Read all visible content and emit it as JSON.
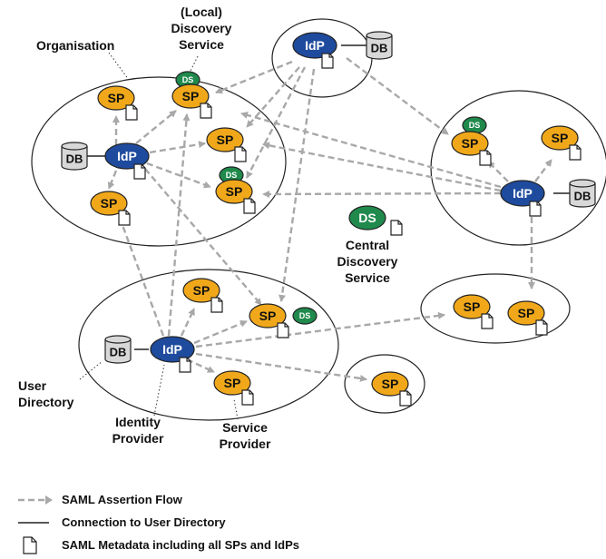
{
  "labels": {
    "organisation": "Organisation",
    "local_ds": [
      "(Local)",
      "Discovery",
      "Service"
    ],
    "central_ds": [
      "Central",
      "Discovery",
      "Service"
    ],
    "user_directory": [
      "User",
      "Directory"
    ],
    "identity_provider": [
      "Identity",
      "Provider"
    ],
    "service_provider": [
      "Service",
      "Provider"
    ]
  },
  "node_text": {
    "idp": "IdP",
    "sp": "SP",
    "ds": "DS",
    "db": "DB"
  },
  "legend": {
    "assertion_flow": "SAML Assertion Flow",
    "user_directory_connection": "Connection to  User Directory",
    "metadata": "SAML Metadata including all SPs and IdPs"
  },
  "colors": {
    "idp": "#1f4b9e",
    "sp": "#f0a81a",
    "ds": "#1f8a4c",
    "db": "#d8d8d8",
    "arrow": "#a8a8a8",
    "outline": "#222222"
  }
}
